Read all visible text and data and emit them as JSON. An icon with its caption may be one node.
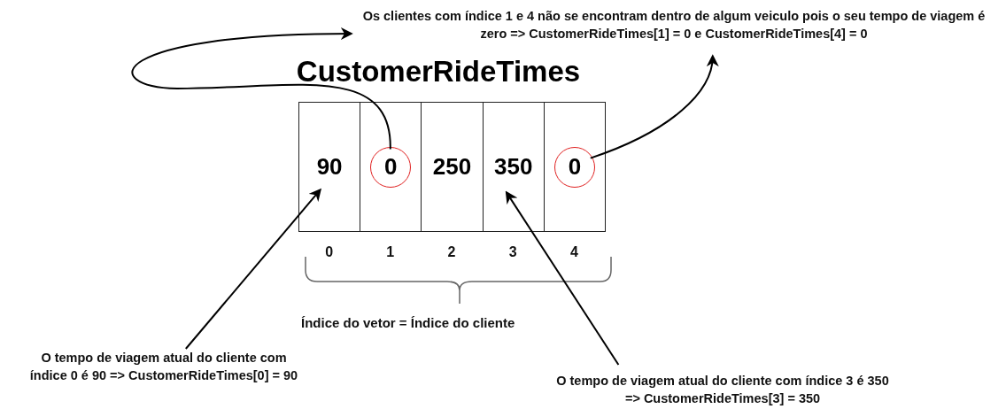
{
  "diagram": {
    "title": "CustomerRideTimes",
    "nodes": [
      {
        "text": [
          "90"
        ]
      },
      {
        "text": [],
        "shape": "box"
      },
      {
        "text": [
          "0"
        ],
        "in": 1
      },
      {
        "text": [
          "250"
        ]
      },
      {
        "text": [
          "350"
        ]
      },
      {
        "text": [],
        "shape": "box"
      },
      {
        "text": [
          "0"
        ],
        "in": 5
      },
      {
        "text": [
          "Os clientes com índice 1 e 4 não se encontram dentro de algum veiculo pois o seu tempo de  viagem é zero => CustomerRideTimes[1] = 0 e CustomerRideTimes[4] = 0"
        ]
      },
      {
        "text": [
          "O tempo de viagem atual do cliente com índice 0 é 90 => CustomerRideTimes[0] = 90"
        ]
      },
      {
        "text": [
          "O tempo de viagem atual do cliente com índice 3 é 350 => CustomerRideTimes[3] = 350"
        ]
      }
    ],
    "edges": [
      {
        "from": 2,
        "to": 7,
        "arrow": "to"
      },
      {
        "from": 6,
        "to": 7,
        "arrow": "to"
      },
      {
        "from": 8,
        "to": 0,
        "arrow": "to"
      },
      {
        "from": 9,
        "to": 4,
        "arrow": "to"
      }
    ],
    "labels": [
      "0",
      "1",
      "2",
      "3",
      "4",
      "Índice do vetor = Índice do cliente"
    ]
  }
}
